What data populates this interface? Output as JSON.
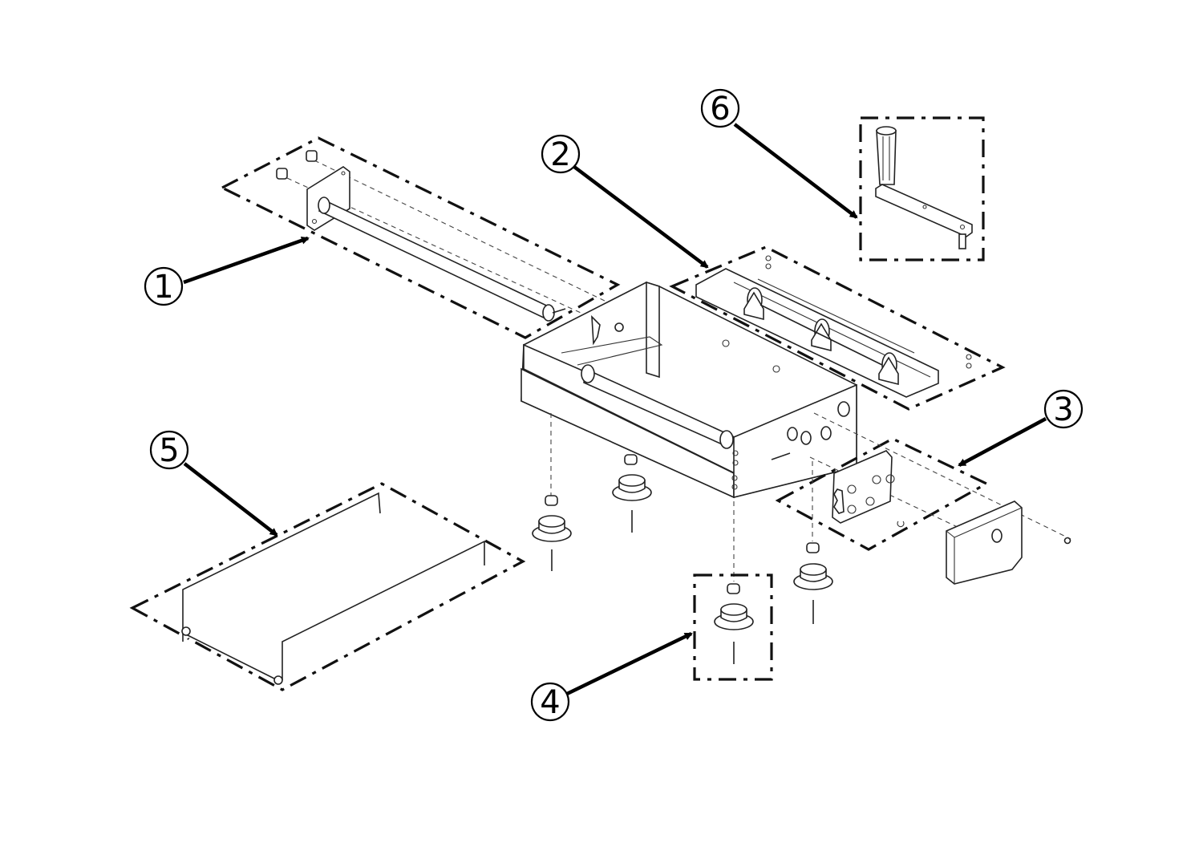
{
  "diagram": {
    "type": "exploded-assembly-view",
    "line_color": "#000000",
    "background": "#ffffff",
    "callouts": [
      {
        "id": 1,
        "label": "1",
        "part": "roller-assembly"
      },
      {
        "id": 2,
        "label": "2",
        "part": "idler-roller-bracket-assembly"
      },
      {
        "id": 3,
        "label": "3",
        "part": "gear-plate-assembly"
      },
      {
        "id": 4,
        "label": "4",
        "part": "foot-assembly"
      },
      {
        "id": 5,
        "label": "5",
        "part": "wire-tray-frame"
      },
      {
        "id": 6,
        "label": "6",
        "part": "hand-crank"
      }
    ]
  }
}
